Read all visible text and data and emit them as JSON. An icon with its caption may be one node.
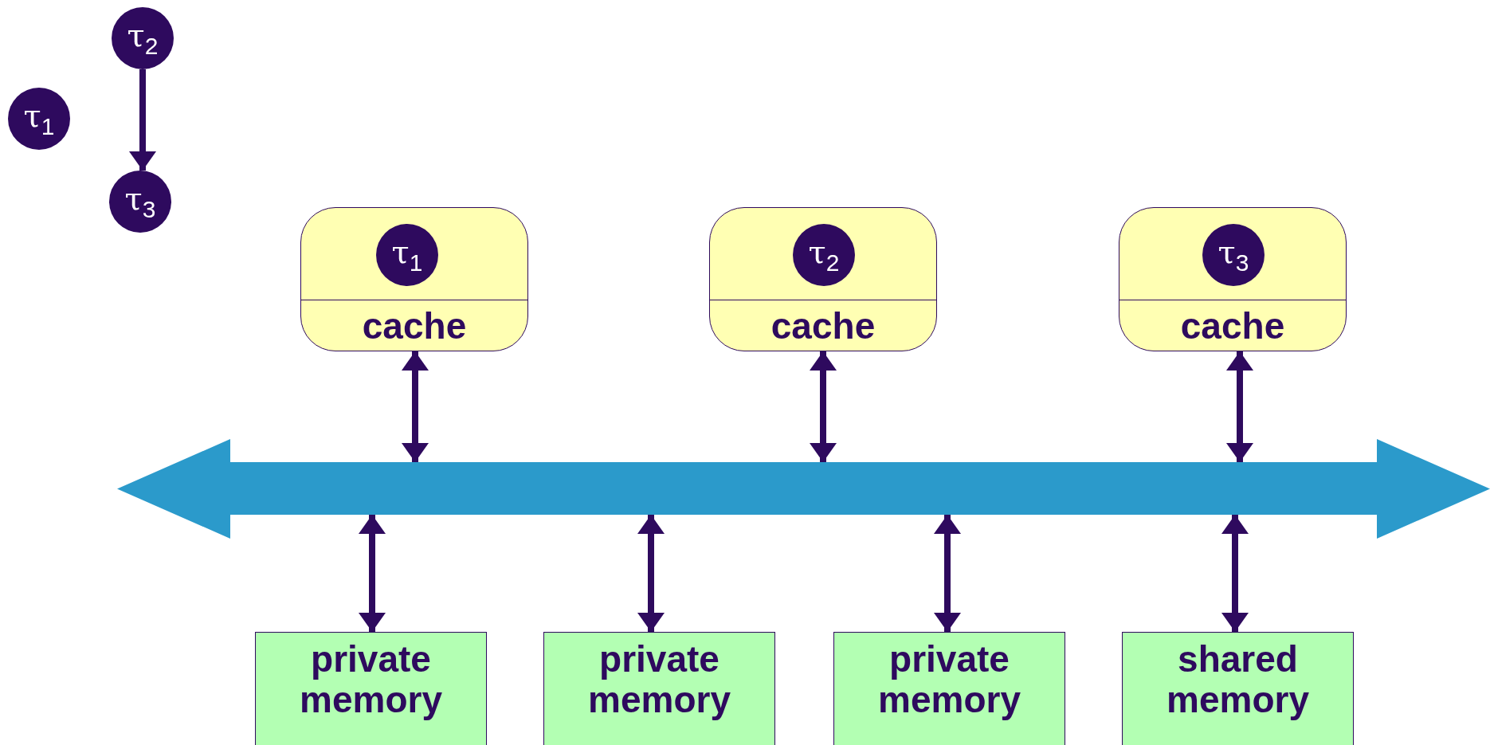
{
  "diagram": {
    "nodes": [
      {
        "text": [
          "τ$_{1}$"
        ]
      },
      {
        "text": [
          "τ$_{2}$"
        ]
      },
      {
        "text": [
          "τ$_{3}$"
        ]
      },
      {
        "text": [
          "cache"
        ]
      },
      {
        "text": [
          "τ$_{1}$"
        ],
        "in": 3
      },
      {
        "text": [
          "cache"
        ]
      },
      {
        "text": [
          "τ$_{2}$"
        ],
        "in": 5
      },
      {
        "text": [
          "cache"
        ]
      },
      {
        "text": [
          "τ$_{3}$"
        ],
        "in": 7
      },
      {
        "text": [],
        "shape": "bar"
      },
      {
        "text": [
          "private memory"
        ]
      },
      {
        "text": [
          "private memory"
        ]
      },
      {
        "text": [
          "private memory"
        ]
      },
      {
        "text": [
          "shared memory"
        ]
      }
    ],
    "edges": [
      {
        "from": 1,
        "to": 2,
        "arrow": "to"
      },
      {
        "from": 3,
        "to": 9,
        "arrow": "both"
      },
      {
        "from": 5,
        "to": 9,
        "arrow": "both"
      },
      {
        "from": 7,
        "to": 9,
        "arrow": "both"
      },
      {
        "from": 9,
        "to": 10,
        "arrow": "both"
      },
      {
        "from": 9,
        "to": 11,
        "arrow": "both"
      },
      {
        "from": 9,
        "to": 12,
        "arrow": "both"
      },
      {
        "from": 9,
        "to": 13,
        "arrow": "both"
      }
    ]
  }
}
